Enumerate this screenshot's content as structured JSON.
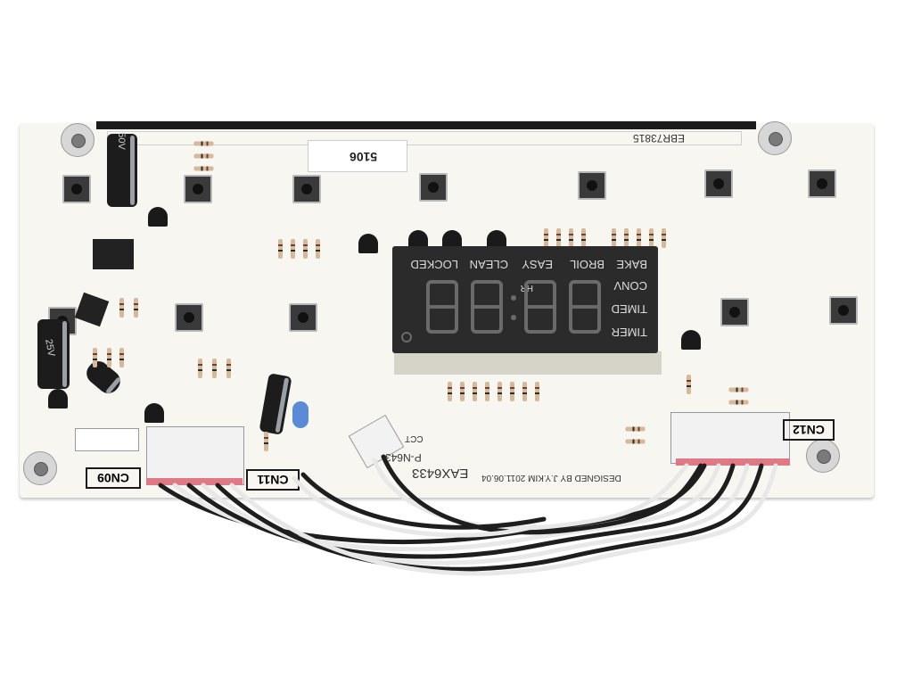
{
  "display": {
    "labels_top": [
      "BAKE",
      "BROIL",
      "EASY",
      "CLEAN",
      "LOCKED"
    ],
    "labels_side": [
      "CONV",
      "TIMED",
      "TIMER"
    ],
    "digit_label": "HR"
  },
  "board_text": {
    "part_code": "EBR73815",
    "label_number": "5106",
    "designer": "DESIGNED BY J.Y.KIM 2011.06.04",
    "model": "EAX6433",
    "pn": "P-N643",
    "cct": "CCT"
  },
  "connectors": {
    "cn09": "CN09",
    "cn11": "CN11",
    "cn12": "CN12"
  },
  "components": {
    "cap_voltage": "25V",
    "cap_voltage_top": "50V"
  }
}
